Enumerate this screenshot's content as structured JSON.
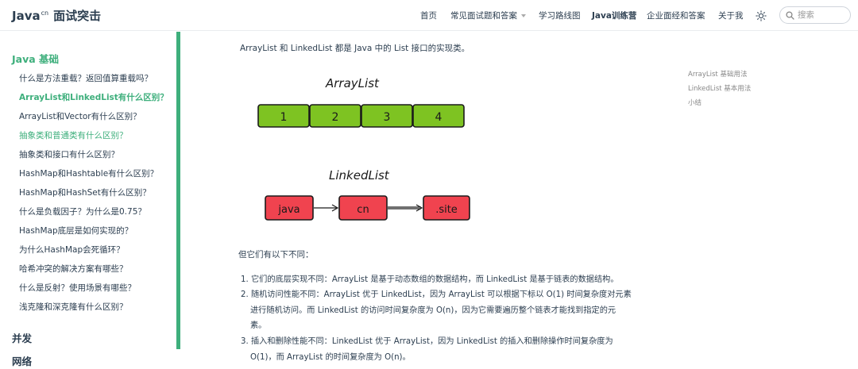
{
  "header": {
    "brand_name": "Java",
    "brand_sup": "cn",
    "brand_title": "面试突击",
    "nav": [
      {
        "label": "首页",
        "has_caret": false,
        "bold": false
      },
      {
        "label": "常见面试题和答案",
        "has_caret": true,
        "bold": false
      },
      {
        "label": "学习路线图",
        "has_caret": false,
        "bold": false
      },
      {
        "label": "Java训练营",
        "has_caret": false,
        "bold": true
      },
      {
        "label": "企业面经和答案",
        "has_caret": false,
        "bold": false
      },
      {
        "label": "关于我",
        "has_caret": false,
        "bold": false
      }
    ],
    "search_placeholder": "搜索",
    "theme_icon": "sun-icon",
    "search_icon": "search-icon"
  },
  "sidebar": {
    "groups": [
      {
        "title": "Java 基础",
        "active": true,
        "items": [
          {
            "label": "什么是方法重载？返回值算重载吗？",
            "state": "normal"
          },
          {
            "label": "ArrayList和LinkedList有什么区别？",
            "state": "active"
          },
          {
            "label": "ArrayList和Vector有什么区别？",
            "state": "normal"
          },
          {
            "label": "抽象类和普通类有什么区别？",
            "state": "green"
          },
          {
            "label": "抽象类和接口有什么区别？",
            "state": "normal"
          },
          {
            "label": "HashMap和Hashtable有什么区别？",
            "state": "normal"
          },
          {
            "label": "HashMap和HashSet有什么区别？",
            "state": "normal"
          },
          {
            "label": "什么是负载因子？为什么是0.75？",
            "state": "normal"
          },
          {
            "label": "HashMap底层是如何实现的？",
            "state": "normal"
          },
          {
            "label": "为什么HashMap会死循环？",
            "state": "normal"
          },
          {
            "label": "哈希冲突的解决方案有哪些？",
            "state": "normal"
          },
          {
            "label": "什么是反射？使用场景有哪些？",
            "state": "normal"
          },
          {
            "label": "浅克隆和深克隆有什么区别？",
            "state": "normal"
          }
        ]
      },
      {
        "title": "并发",
        "active": false,
        "items": []
      },
      {
        "title": "网络",
        "active": false,
        "items": []
      }
    ]
  },
  "content": {
    "intro": "ArrayList 和 LinkedList 都是 Java 中的 List 接口的实现类。",
    "figure": {
      "array_title": "ArrayList",
      "array_cells": [
        "1",
        "2",
        "3",
        "4"
      ],
      "array_color": "#7ec322",
      "linked_title": "LinkedList",
      "linked_nodes": [
        "java",
        "cn",
        ".site"
      ],
      "linked_color": "#f0434f"
    },
    "diff_heading": "但它们有以下不同：",
    "diff_lines": [
      {
        "text": "1. 它们的底层实现不同：ArrayList 是基于动态数组的数据结构，而 LinkedList 是基于链表的数据结构。",
        "indent": false
      },
      {
        "text": "2. 随机访问性能不同：ArrayList 优于 LinkedList，因为 ArrayList 可以根据下标以 O(1) 时间复杂度对元素",
        "indent": false
      },
      {
        "text": "进行随机访问。而 LinkedList 的访问时间复杂度为 O(n)，因为它需要遍历整个链表才能找到指定的元",
        "indent": true
      },
      {
        "text": "素。",
        "indent": true
      },
      {
        "text": "3. 插入和删除性能不同：LinkedList 优于 ArrayList，因为 LinkedList 的插入和删除操作时间复杂度为",
        "indent": false
      },
      {
        "text": "O(1)，而 ArrayList 的时间复杂度为 O(n)。",
        "indent": true
      }
    ]
  },
  "toc": [
    "ArrayList 基础用法",
    "LinkedList 基本用法",
    "小结"
  ],
  "colors": {
    "accent": "#3eaf7c",
    "text": "#2c3e50",
    "muted": "#888888"
  }
}
